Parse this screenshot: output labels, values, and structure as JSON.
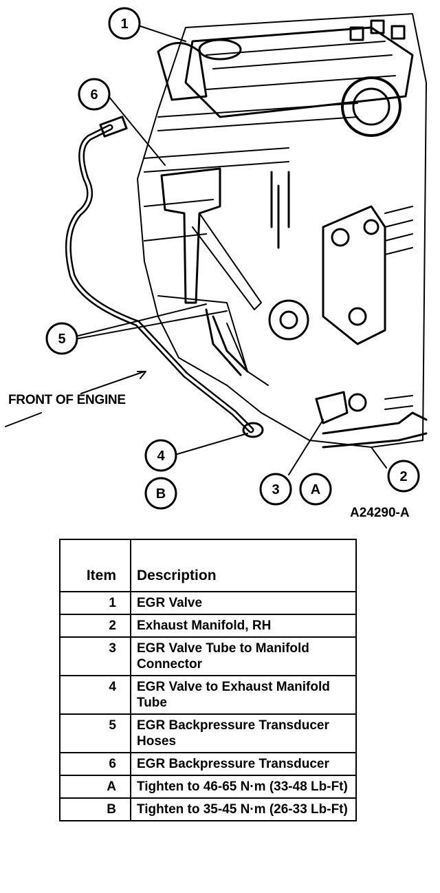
{
  "callouts": {
    "c1": "1",
    "c2": "2",
    "c3": "3",
    "c4": "4",
    "c5": "5",
    "c6": "6",
    "cA": "A",
    "cB": "B"
  },
  "front_label": "FRONT OF ENGINE",
  "figure_id": "A24290-A",
  "legend": {
    "headers": {
      "item": "Item",
      "description": "Description"
    },
    "rows": [
      {
        "item": "1",
        "description": "EGR Valve"
      },
      {
        "item": "2",
        "description": "Exhaust Manifold, RH"
      },
      {
        "item": "3",
        "description": "EGR Valve Tube to Manifold Connector"
      },
      {
        "item": "4",
        "description": "EGR Valve to Exhaust Manifold Tube"
      },
      {
        "item": "5",
        "description": "EGR Backpressure Transducer Hoses"
      },
      {
        "item": "6",
        "description": "EGR Backpressure Transducer"
      },
      {
        "item": "A",
        "description": "Tighten to 46-65 N·m (33-48 Lb-Ft)"
      },
      {
        "item": "B",
        "description": "Tighten to 35-45 N·m (26-33 Lb-Ft)"
      }
    ]
  }
}
